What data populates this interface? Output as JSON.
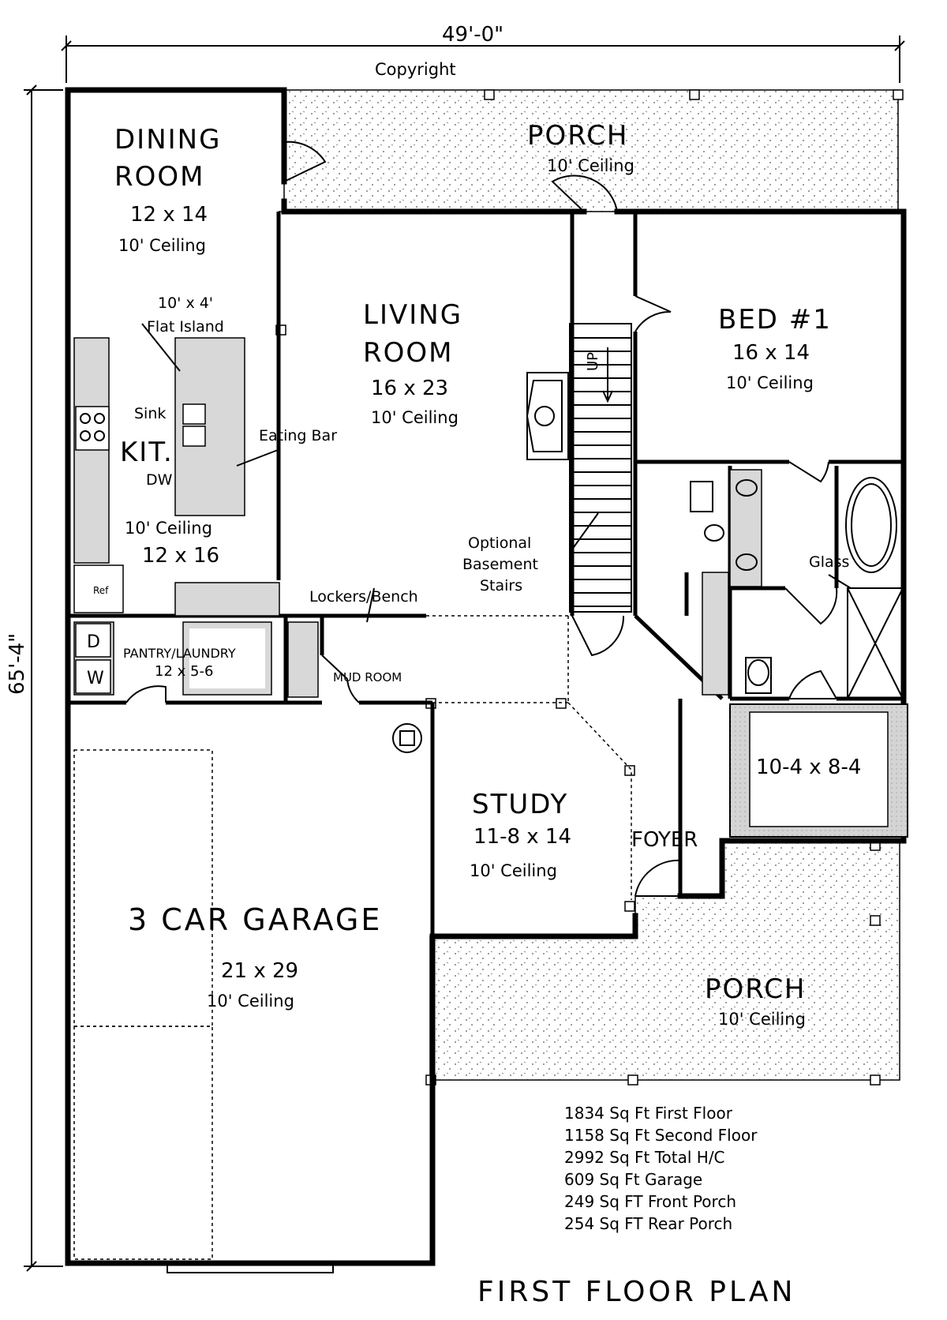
{
  "overall": {
    "width": "49'-0\"",
    "depth": "65'-4\"",
    "copyright": "Copyright"
  },
  "rooms": {
    "dining": {
      "name_line1": "DINING",
      "name_line2": "ROOM",
      "size": "12 x 14",
      "ceiling": "10' Ceiling"
    },
    "porch_rear": {
      "name": "PORCH",
      "ceiling": "10' Ceiling"
    },
    "living": {
      "name_line1": "LIVING",
      "name_line2": "ROOM",
      "size": "16 x 23",
      "ceiling": "10' Ceiling"
    },
    "bed1": {
      "name": "BED #1",
      "size": "16 x 14",
      "ceiling": "10' Ceiling"
    },
    "kitchen": {
      "name": "KIT.",
      "size": "12 x 16",
      "ceiling": "10' Ceiling"
    },
    "pantry": {
      "name": "PANTRY/LAUNDRY",
      "size": "12 x 5-6"
    },
    "mud": {
      "name": "MUD ROOM"
    },
    "study": {
      "name": "STUDY",
      "size": "11-8 x 14",
      "ceiling": "10' Ceiling"
    },
    "foyer": {
      "name": "FOYER"
    },
    "closet": {
      "size": "10-4 x 8-4"
    },
    "garage": {
      "name": "3 CAR GARAGE",
      "size": "21 x 29",
      "ceiling": "10' Ceiling"
    },
    "porch_front": {
      "name": "PORCH",
      "ceiling": "10' Ceiling"
    }
  },
  "notes": {
    "island_line1": "10' x 4'",
    "island_line2": "Flat Island",
    "sink": "Sink",
    "dw": "DW",
    "eating_bar": "Eating Bar",
    "ref": "Ref",
    "stairs_up": "UP",
    "stairs_line1": "Optional",
    "stairs_line2": "Basement",
    "stairs_line3": "Stairs",
    "lockers": "Lockers/Bench",
    "glass": "Glass",
    "dryer": "D",
    "washer": "W"
  },
  "stats": [
    "1834 Sq Ft First Floor",
    "1158 Sq Ft Second Floor",
    "2992 Sq Ft Total H/C",
    "609 Sq Ft Garage",
    "249 Sq FT Front Porch",
    "254 Sq FT Rear Porch"
  ],
  "title": "FIRST FLOOR PLAN"
}
